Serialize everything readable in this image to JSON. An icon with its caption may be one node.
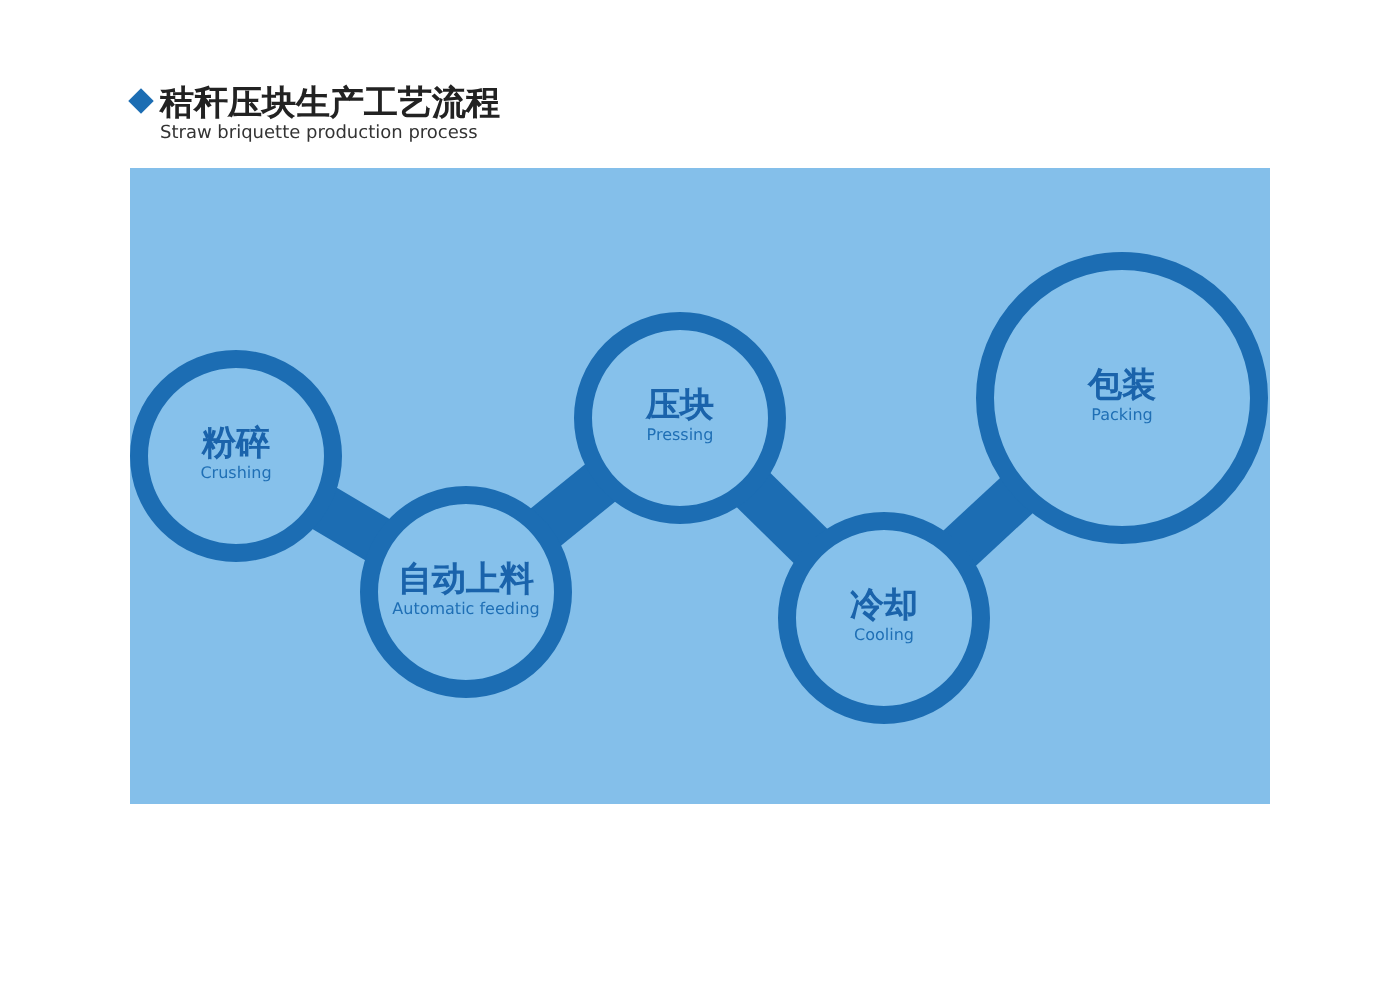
{
  "diagram": {
    "title": "秸秆压块生产工艺流程",
    "caption": "Straw briquette production process",
    "nodes": [
      {
        "text": [
          "粉碎",
          "Crushing"
        ]
      },
      {
        "text": [
          "自动上料",
          "Automatic feeding"
        ]
      },
      {
        "text": [
          "压块",
          "Pressing"
        ]
      },
      {
        "text": [
          "冷却",
          "Cooling"
        ]
      },
      {
        "text": [
          "包装",
          "Packing"
        ]
      }
    ],
    "edges": [
      {
        "from": 0,
        "to": 1,
        "arrow": "none"
      },
      {
        "from": 1,
        "to": 2,
        "arrow": "none"
      },
      {
        "from": 2,
        "to": 3,
        "arrow": "none"
      },
      {
        "from": 3,
        "to": 4,
        "arrow": "none"
      }
    ]
  }
}
